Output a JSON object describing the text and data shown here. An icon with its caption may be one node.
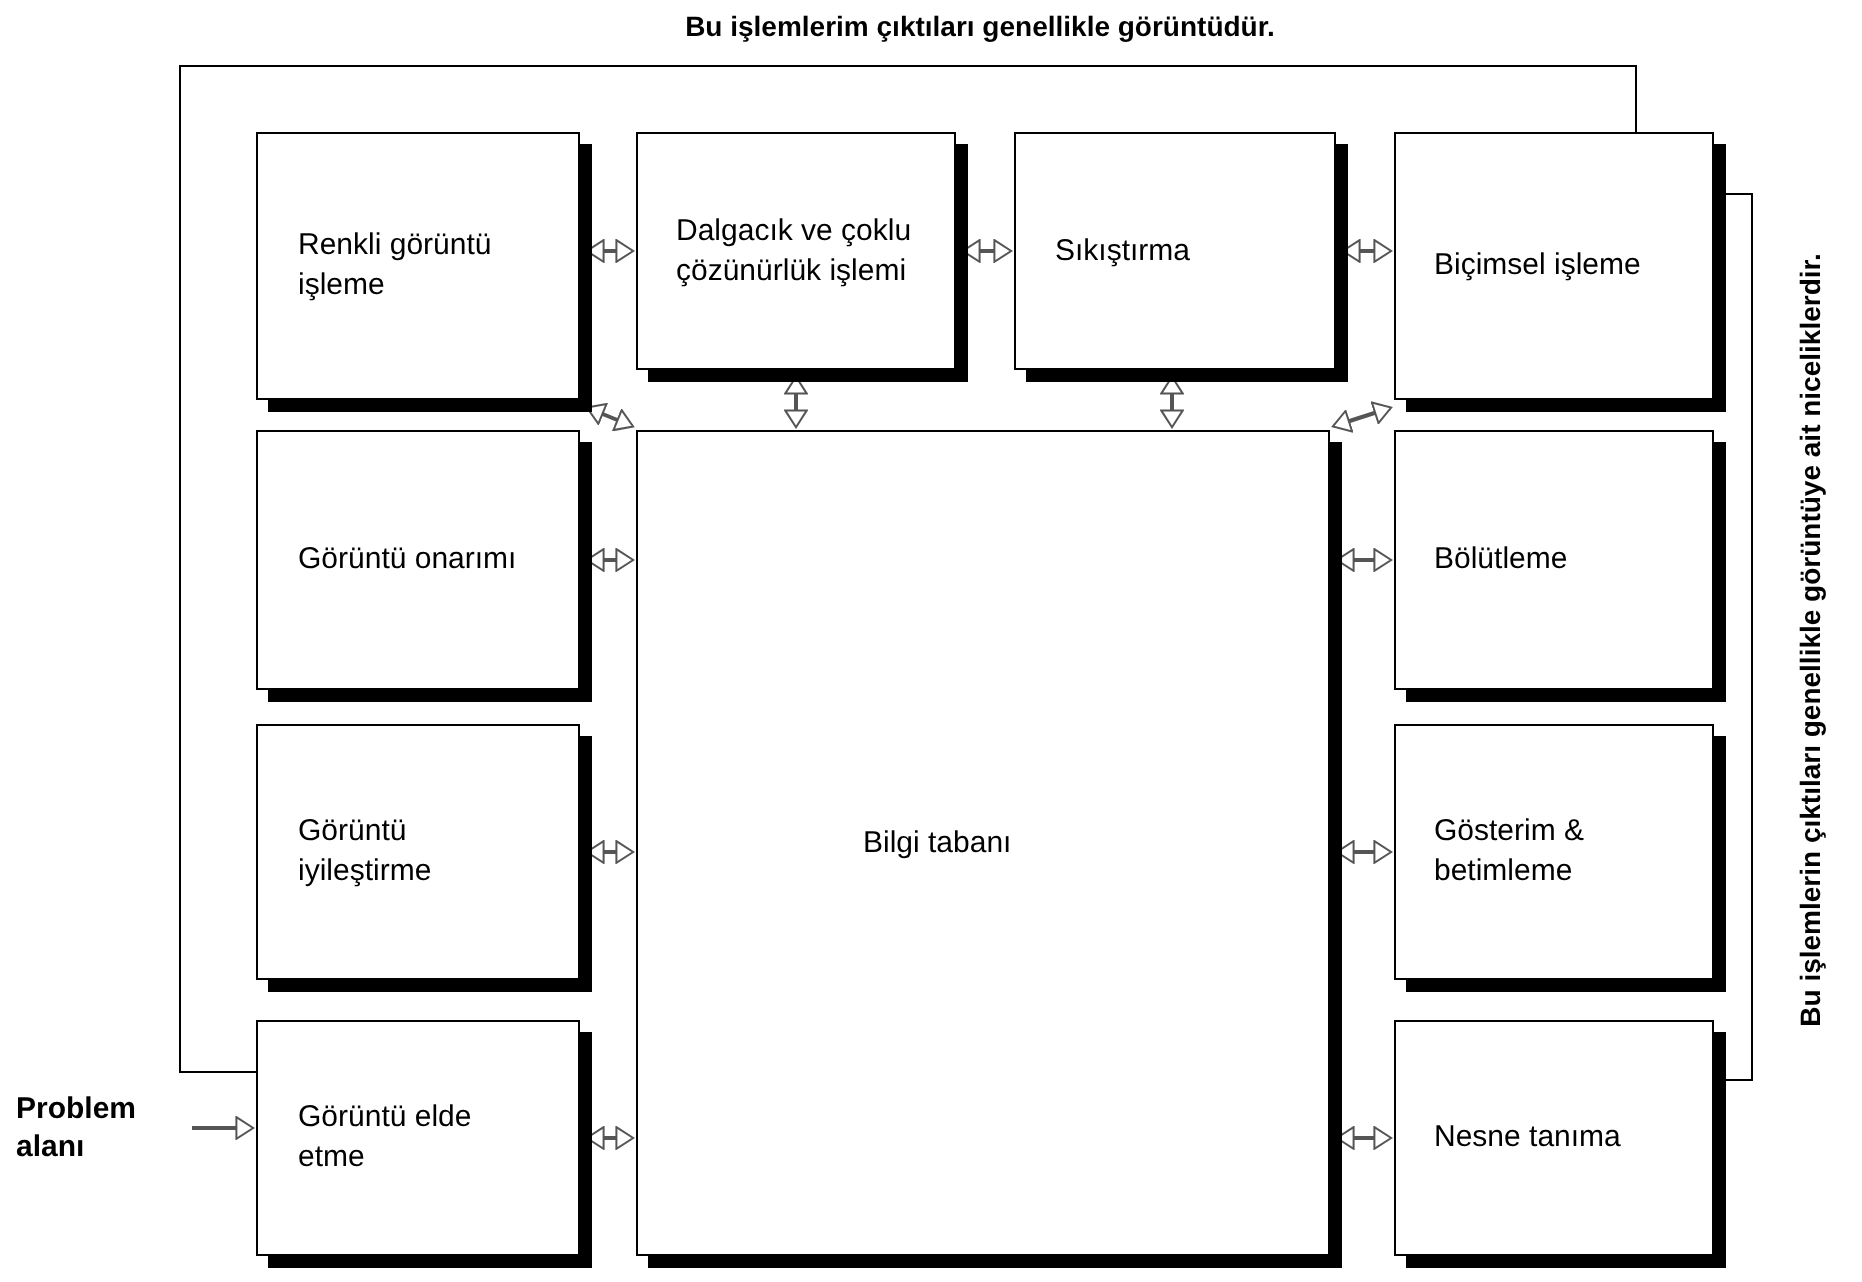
{
  "diagram": {
    "nodes": [
      {
        "text": [
          "Renkli görüntü işleme"
        ]
      },
      {
        "text": [
          "Dalgacık ve çoklu çözünürlük işlemi"
        ]
      },
      {
        "text": [
          "Sıkıştırma"
        ]
      },
      {
        "text": [
          "Biçimsel işleme"
        ]
      },
      {
        "text": [
          "Görüntü onarımı"
        ]
      },
      {
        "text": [
          "Bilgi tabanı"
        ]
      },
      {
        "text": [
          "Bölütleme"
        ]
      },
      {
        "text": [
          "Görüntü iyileştirme"
        ]
      },
      {
        "text": [
          "Gösterim & betimleme"
        ]
      },
      {
        "text": [
          "Görüntü elde etme"
        ]
      },
      {
        "text": [
          "Nesne tanıma"
        ]
      },
      {
        "text": [
          "Problem alanı"
        ]
      }
    ],
    "edges": [
      {
        "from": 0,
        "to": 1,
        "arrow": "both"
      },
      {
        "from": 1,
        "to": 2,
        "arrow": "both"
      },
      {
        "from": 2,
        "to": 3,
        "arrow": "both"
      },
      {
        "from": 0,
        "to": 5,
        "arrow": "both"
      },
      {
        "from": 1,
        "to": 5,
        "arrow": "both"
      },
      {
        "from": 2,
        "to": 5,
        "arrow": "both"
      },
      {
        "from": 3,
        "to": 5,
        "arrow": "both"
      },
      {
        "from": 4,
        "to": 5,
        "arrow": "both"
      },
      {
        "from": 5,
        "to": 6,
        "arrow": "both"
      },
      {
        "from": 7,
        "to": 5,
        "arrow": "both"
      },
      {
        "from": 5,
        "to": 8,
        "arrow": "both"
      },
      {
        "from": 9,
        "to": 5,
        "arrow": "both"
      },
      {
        "from": 5,
        "to": 10,
        "arrow": "both"
      },
      {
        "from": 11,
        "to": 9,
        "arrow": "to"
      },
      {
        "from": 9,
        "to": 3,
        "arrow": "none",
        "label": "Bu işlemlerim çıktıları genellikle görüntüdür."
      }
    ],
    "labels": [
      "Bu işlemlerin çıktıları genellikle görüntüye ait niceliklerdir."
    ]
  }
}
